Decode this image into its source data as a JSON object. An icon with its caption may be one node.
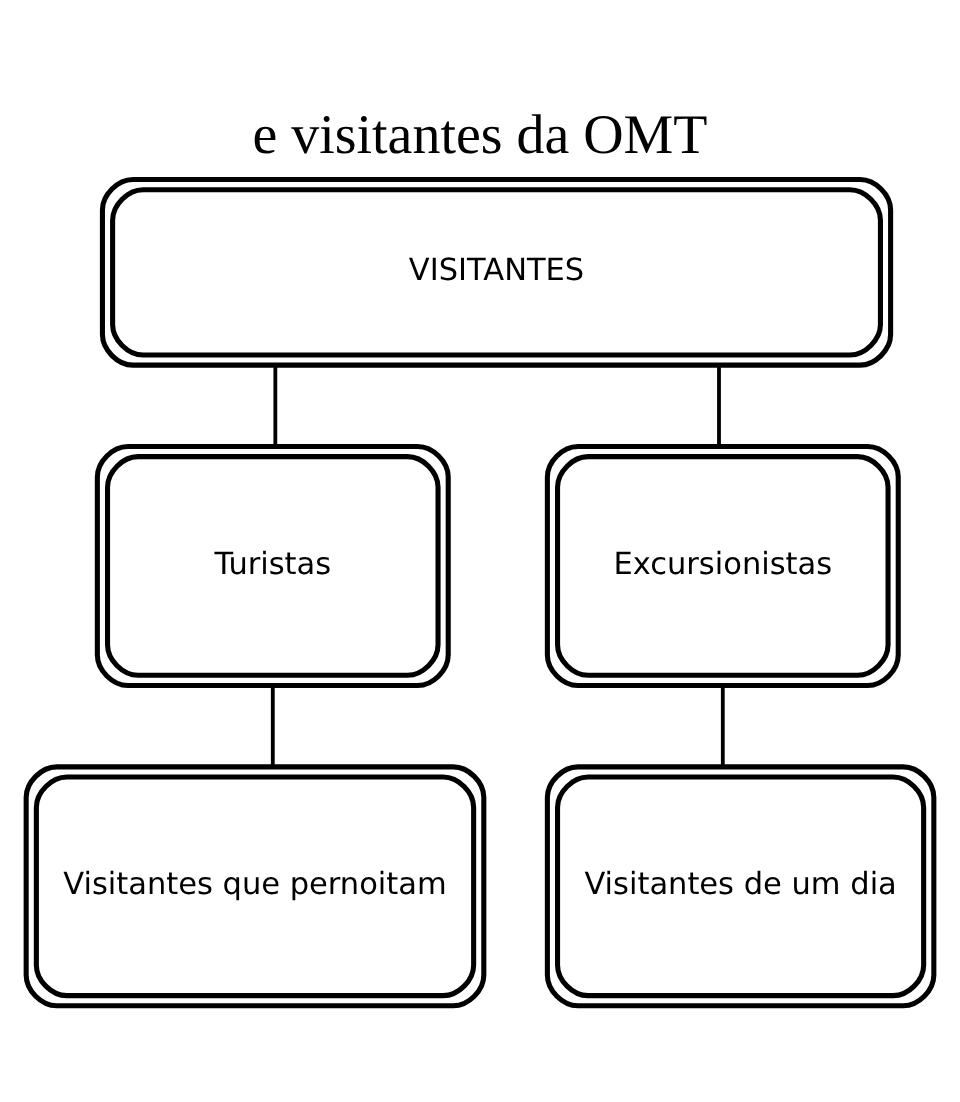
{
  "diagram": {
    "title": "e visitantes da OMT",
    "nodes": [
      {
        "text": [
          "VISITANTES"
        ]
      },
      {
        "text": [
          "Turistas"
        ]
      },
      {
        "text": [
          "Excursionistas"
        ]
      },
      {
        "text": [
          "Visitantes que pernoitam"
        ]
      },
      {
        "text": [
          "Visitantes de um dia"
        ]
      }
    ],
    "edges": [
      {
        "from": 0,
        "to": 1,
        "arrow": "none"
      },
      {
        "from": 0,
        "to": 2,
        "arrow": "none"
      },
      {
        "from": 1,
        "to": 3,
        "arrow": "none"
      },
      {
        "from": 2,
        "to": 4,
        "arrow": "none"
      }
    ]
  }
}
